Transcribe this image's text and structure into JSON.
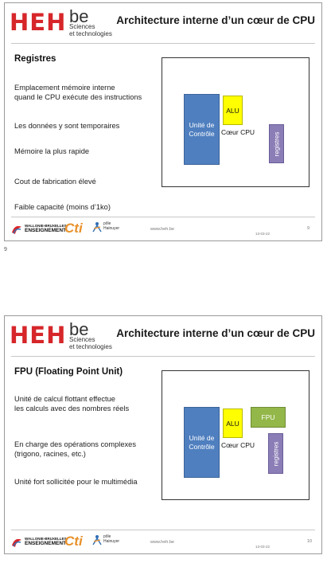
{
  "logo": {
    "heh": "HEH",
    "be": "be",
    "sub": "Sciences\net technologies"
  },
  "footer_common": {
    "wb_line1": "WALLONIE-BRUXELLES",
    "wb_line2": "ENSEIGNEMENT",
    "cti": "Cti",
    "pole": "pôle\nHainuyer",
    "url": "www.heh.be",
    "date": "13-03-22"
  },
  "diagram": {
    "unite_controle": "Unité de\nContrôle",
    "alu": "ALU",
    "coeur": "Cœur CPU",
    "registres": "registres",
    "fpu": "FPU"
  },
  "slides": [
    {
      "title": "Architecture interne d’un cœur de CPU",
      "subtitle": "Registres",
      "bullets": [
        "Emplacement mémoire interne\nquand le CPU exécute des instructions",
        "Les données y sont temporaires",
        "Mémoire la plus rapide",
        "Cout de fabrication élevé",
        "Faible capacité (moins d’1ko)"
      ],
      "slide_number": "9"
    },
    {
      "title": "Architecture interne d’un cœur de CPU",
      "subtitle": "FPU (Floating Point Unit)",
      "bullets": [
        "Unité de calcul flottant effectue\nles calculs avec des nombres réels",
        "En charge des opérations complexes\n(trigono, racines, etc.)",
        "Unité fort sollicitée pour le multimédia"
      ],
      "slide_number": "10"
    }
  ],
  "page_label": "9",
  "colors": {
    "heh_red": "#d6262a",
    "unite_blue": "#4f7fbf",
    "alu_yellow": "#ffff00",
    "registres_purple": "#8b7db6",
    "fpu_green": "#93b749"
  }
}
